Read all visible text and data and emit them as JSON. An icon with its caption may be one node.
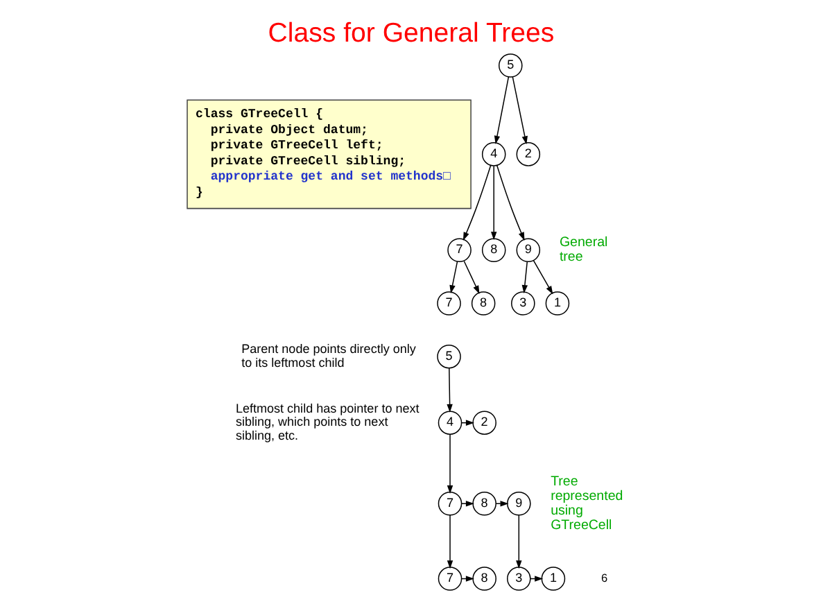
{
  "diagram": {
    "title": "Class for General Trees",
    "nodes": [
      {
        "text": [
          "5"
        ]
      },
      {
        "text": [
          "4"
        ]
      },
      {
        "text": [
          "2"
        ]
      },
      {
        "text": [
          "7"
        ]
      },
      {
        "text": [
          "8"
        ]
      },
      {
        "text": [
          "9"
        ]
      },
      {
        "text": [
          "7"
        ]
      },
      {
        "text": [
          "8"
        ]
      },
      {
        "text": [
          "3"
        ]
      },
      {
        "text": [
          "1"
        ]
      },
      {
        "text": [
          "5"
        ]
      },
      {
        "text": [
          "4"
        ]
      },
      {
        "text": [
          "2"
        ]
      },
      {
        "text": [
          "7"
        ]
      },
      {
        "text": [
          "8"
        ]
      },
      {
        "text": [
          "9"
        ]
      },
      {
        "text": [
          "7"
        ]
      },
      {
        "text": [
          "8"
        ]
      },
      {
        "text": [
          "3"
        ]
      },
      {
        "text": [
          "1"
        ]
      },
      {
        "text": [
          "class GTreeCell {",
          "private Object datum;",
          "private GTreeCell left;",
          "private GTreeCell sibling;",
          "appropriate get and set methods□",
          "}"
        ]
      }
    ],
    "edges": [
      {
        "from": 0,
        "to": 1,
        "arrow": "to"
      },
      {
        "from": 0,
        "to": 2,
        "arrow": "to"
      },
      {
        "from": 1,
        "to": 3,
        "arrow": "to"
      },
      {
        "from": 1,
        "to": 4,
        "arrow": "to"
      },
      {
        "from": 1,
        "to": 5,
        "arrow": "to"
      },
      {
        "from": 3,
        "to": 6,
        "arrow": "to"
      },
      {
        "from": 3,
        "to": 7,
        "arrow": "to"
      },
      {
        "from": 5,
        "to": 8,
        "arrow": "to"
      },
      {
        "from": 5,
        "to": 9,
        "arrow": "to"
      },
      {
        "from": 10,
        "to": 11,
        "arrow": "to"
      },
      {
        "from": 11,
        "to": 12,
        "arrow": "to",
        "style": "dashed"
      },
      {
        "from": 11,
        "to": 13,
        "arrow": "to"
      },
      {
        "from": 13,
        "to": 14,
        "arrow": "to",
        "style": "dashed"
      },
      {
        "from": 14,
        "to": 15,
        "arrow": "to",
        "style": "dashed"
      },
      {
        "from": 13,
        "to": 16,
        "arrow": "to"
      },
      {
        "from": 16,
        "to": 17,
        "arrow": "to",
        "style": "dashed"
      },
      {
        "from": 15,
        "to": 18,
        "arrow": "to"
      },
      {
        "from": 18,
        "to": 19,
        "arrow": "to",
        "style": "dashed"
      }
    ],
    "labels": [
      "General tree",
      "Parent node points directly only to its leftmost child",
      "Leftmost child has pointer to next sibling, which points to next sibling, etc.",
      "Tree represented using GTreeCell",
      "6"
    ]
  }
}
